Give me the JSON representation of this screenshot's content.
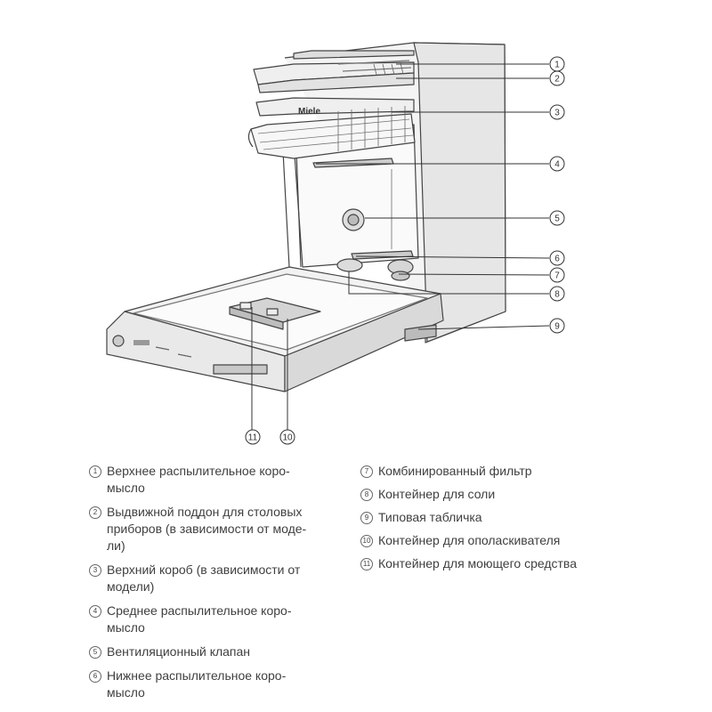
{
  "callouts": [
    {
      "num": "1"
    },
    {
      "num": "2"
    },
    {
      "num": "3"
    },
    {
      "num": "4"
    },
    {
      "num": "5"
    },
    {
      "num": "6"
    },
    {
      "num": "7"
    },
    {
      "num": "8"
    },
    {
      "num": "9"
    },
    {
      "num": "10"
    },
    {
      "num": "11"
    }
  ],
  "diagram": {
    "brand_text": "Miele"
  },
  "legend": {
    "left": [
      {
        "num": "1",
        "text": "Верхнее распылительное коро-\nмысло"
      },
      {
        "num": "2",
        "text": "Выдвижной поддон для столовых\nприборов (в зависимости от моде-\nли)"
      },
      {
        "num": "3",
        "text": "Верхний короб (в зависимости от\nмодели)"
      },
      {
        "num": "4",
        "text": "Среднее распылительное коро-\nмысло"
      },
      {
        "num": "5",
        "text": "Вентиляционный клапан"
      },
      {
        "num": "6",
        "text": "Нижнее распылительное коро-\nмысло"
      }
    ],
    "right": [
      {
        "num": "7",
        "text": "Комбинированный фильтр"
      },
      {
        "num": "8",
        "text": "Контейнер для соли"
      },
      {
        "num": "9",
        "text": "Типовая табличка"
      },
      {
        "num": "10",
        "text": "Контейнер для ополаскивателя"
      },
      {
        "num": "11",
        "text": "Контейнер для моющего средства"
      }
    ]
  }
}
